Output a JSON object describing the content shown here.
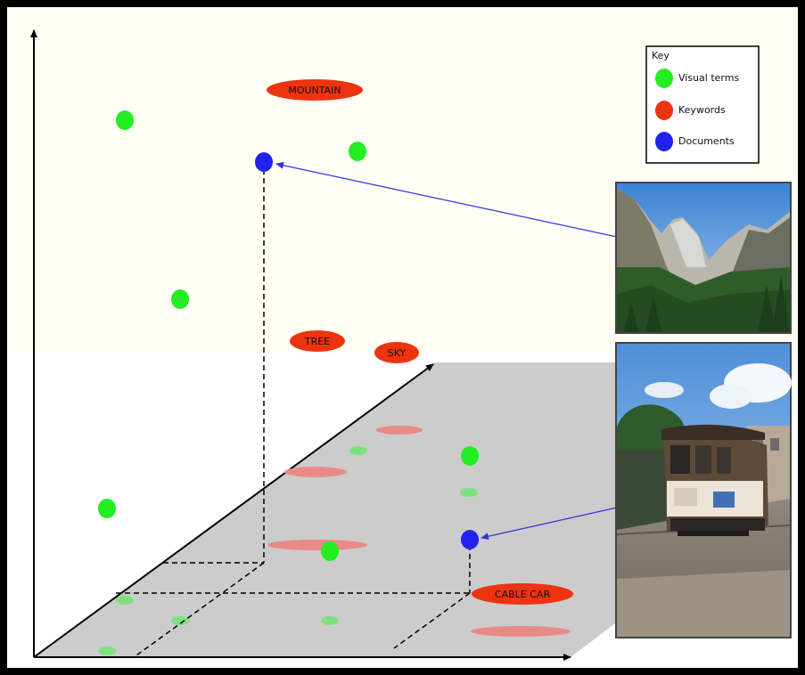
{
  "key": {
    "title": "Key",
    "items": [
      {
        "label": "Visual terms",
        "color": "#22ee22"
      },
      {
        "label": "Keywords",
        "color": "#ee3311"
      },
      {
        "label": "Documents",
        "color": "#2222ee"
      }
    ]
  },
  "keywords": {
    "mountain": "MOUNTAIN",
    "tree": "TREE",
    "sky": "SKY",
    "cable_car": "CABLE CAR"
  },
  "photos": {
    "mountain_valley": "mountain-valley-photo",
    "cable_car": "cable-car-photo"
  },
  "colors": {
    "background_upper": "#fffff5",
    "plane": "#cccccc",
    "visual_term": "#22ee22",
    "keyword": "#ee3311",
    "document": "#2222ee",
    "arrow": "#4444dd"
  }
}
